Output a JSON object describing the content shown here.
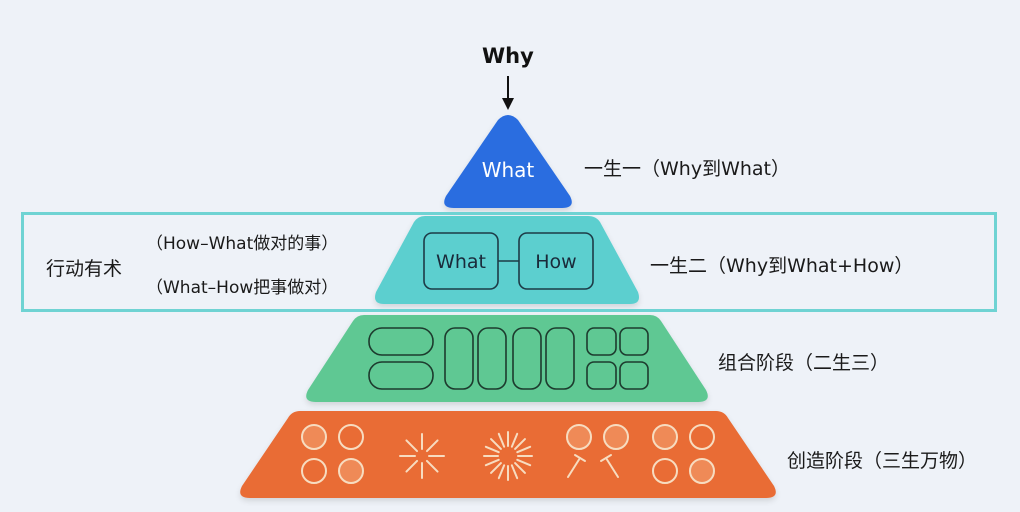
{
  "diagram": {
    "top_input": "Why",
    "tiers": [
      {
        "name": "what",
        "shape_label": "What",
        "side_label": "一生一（Why到What）",
        "color": "#2a6de0"
      },
      {
        "name": "what-how",
        "nodes": [
          "What",
          "How"
        ],
        "side_label": "一生二（Why到What+How）",
        "color": "#5ccfcf"
      },
      {
        "name": "combination",
        "side_label": "组合阶段（二生三）",
        "color": "#5ec893"
      },
      {
        "name": "creation",
        "side_label": "创造阶段（三生万物）",
        "color": "#e96c34"
      }
    ],
    "highlight": {
      "title": "行动有术",
      "lines": [
        "（How–What做对的事）",
        "（What–How把事做对）"
      ],
      "border_color": "#6fd3d3"
    }
  }
}
